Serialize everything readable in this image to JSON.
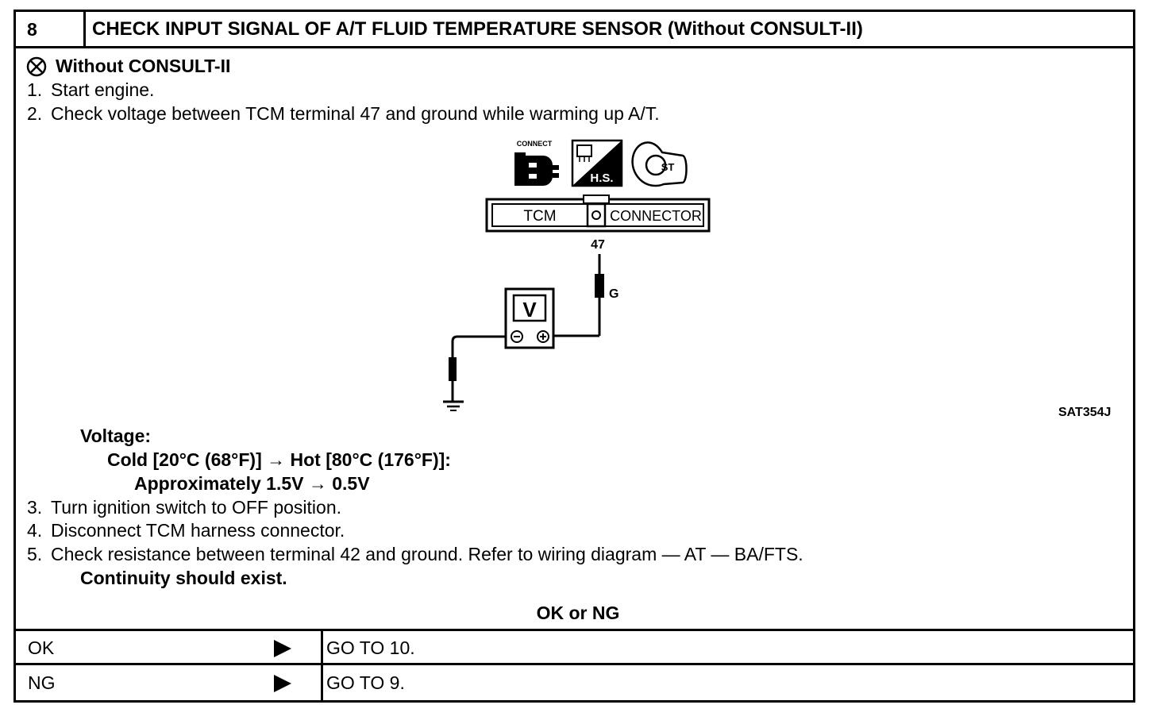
{
  "header": {
    "number": "8",
    "title": "CHECK INPUT SIGNAL OF A/T FLUID TEMPERATURE SENSOR (Without CONSULT-II)"
  },
  "section": {
    "heading": "Without CONSULT-II",
    "icon": "crossed-circle-icon"
  },
  "steps_before": [
    {
      "num": "1.",
      "text": "Start engine."
    },
    {
      "num": "2.",
      "text": "Check voltage between TCM terminal 47 and ground while warming up A/T."
    }
  ],
  "diagram": {
    "icons": [
      "connect-icon",
      "harness-side-icon",
      "ignition-start-icon"
    ],
    "connect_label": "CONNECT",
    "hs_label": "H.S.",
    "st_label": "ST",
    "tcm_label": "TCM",
    "connector_label": "CONNECTOR",
    "terminal": "47",
    "wire_color": "G",
    "meter_label": "V",
    "code": "SAT354J"
  },
  "spec": {
    "label": "Voltage:",
    "condition": "Cold [20°C (68°F)] → Hot [80°C (176°F)]:",
    "value": "Approximately 1.5V → 0.5V"
  },
  "steps_after": [
    {
      "num": "3.",
      "text": "Turn ignition switch to OFF position."
    },
    {
      "num": "4.",
      "text": "Disconnect TCM harness connector."
    },
    {
      "num": "5.",
      "text": "Check resistance between terminal 42 and ground. Refer to wiring diagram — AT — BA/FTS."
    }
  ],
  "continuity": "Continuity should exist.",
  "decision": "OK or NG",
  "results": [
    {
      "status": "OK",
      "action": "GO TO 10."
    },
    {
      "status": "NG",
      "action": "GO TO 9."
    }
  ]
}
